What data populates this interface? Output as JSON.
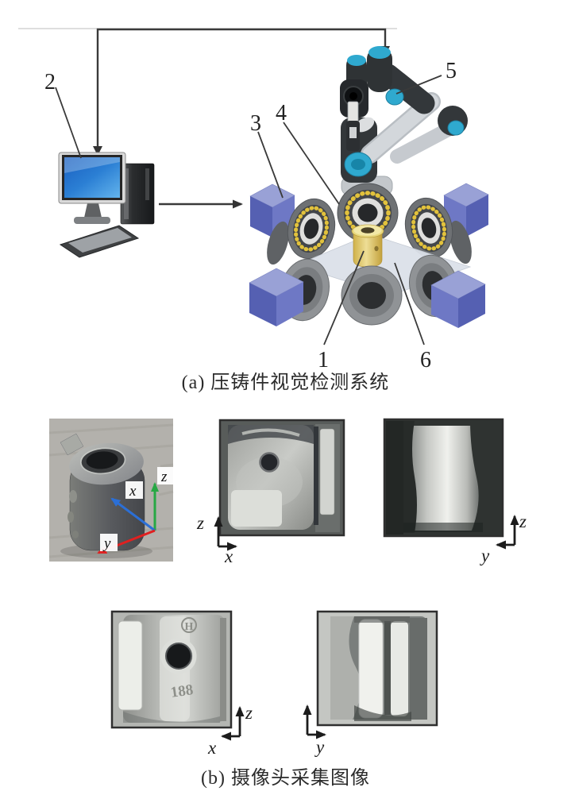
{
  "panel_a": {
    "caption": "(a) 压铸件视觉检测系统",
    "callouts": {
      "workpiece": "1",
      "computer": "2",
      "camera": "3",
      "ring_light": "4",
      "robot": "5",
      "platform": "6"
    }
  },
  "panel_b": {
    "caption": "(b) 摄像头采集图像",
    "photo_axes": {
      "x": "x",
      "y": "y",
      "z": "z"
    },
    "view_front": {
      "h": "x",
      "v": "z"
    },
    "view_side": {
      "h": "y",
      "v": "z"
    },
    "view_back": {
      "h": "x",
      "v": "z",
      "logo": "H",
      "digits": "188"
    },
    "view_side2": {
      "h": "y"
    }
  },
  "colors": {
    "camera_cube_blue": "#5f6ab8",
    "ring_light_yellow": "#e2c23c",
    "robot_accent_cyan": "#2fa9cf",
    "workpiece_yellow": "#e5cd6e",
    "monitor_screen_blue": "#2b7fd4",
    "axis_x_blue": "#2b6fd6",
    "axis_y_red": "#e02020",
    "axis_z_green": "#27a844"
  }
}
